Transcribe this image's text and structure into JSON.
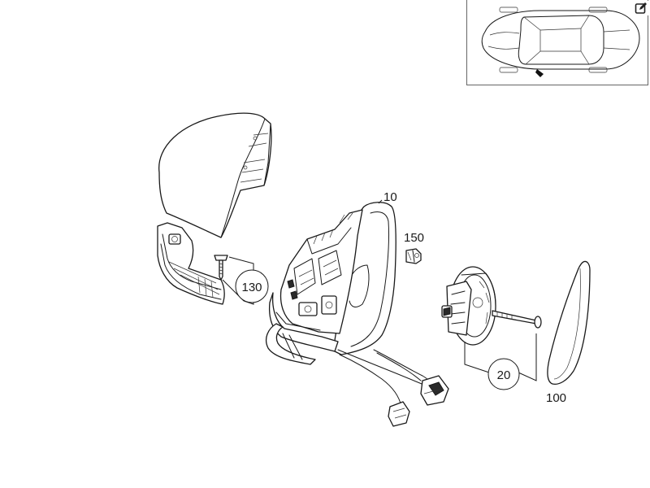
{
  "diagram": {
    "callouts": [
      {
        "id": "part-10",
        "label": "10"
      },
      {
        "id": "part-20",
        "label": "20"
      },
      {
        "id": "part-100",
        "label": "100"
      },
      {
        "id": "part-130",
        "label": "130"
      },
      {
        "id": "part-150",
        "label": "150"
      }
    ]
  },
  "locator": {
    "icon": "car-top-view-icon",
    "highlight": "left-side-mirror"
  },
  "toolbar": {
    "edit_icon": "edit-icon"
  },
  "colors": {
    "line": "#1a1a1a",
    "background": "#ffffff"
  }
}
